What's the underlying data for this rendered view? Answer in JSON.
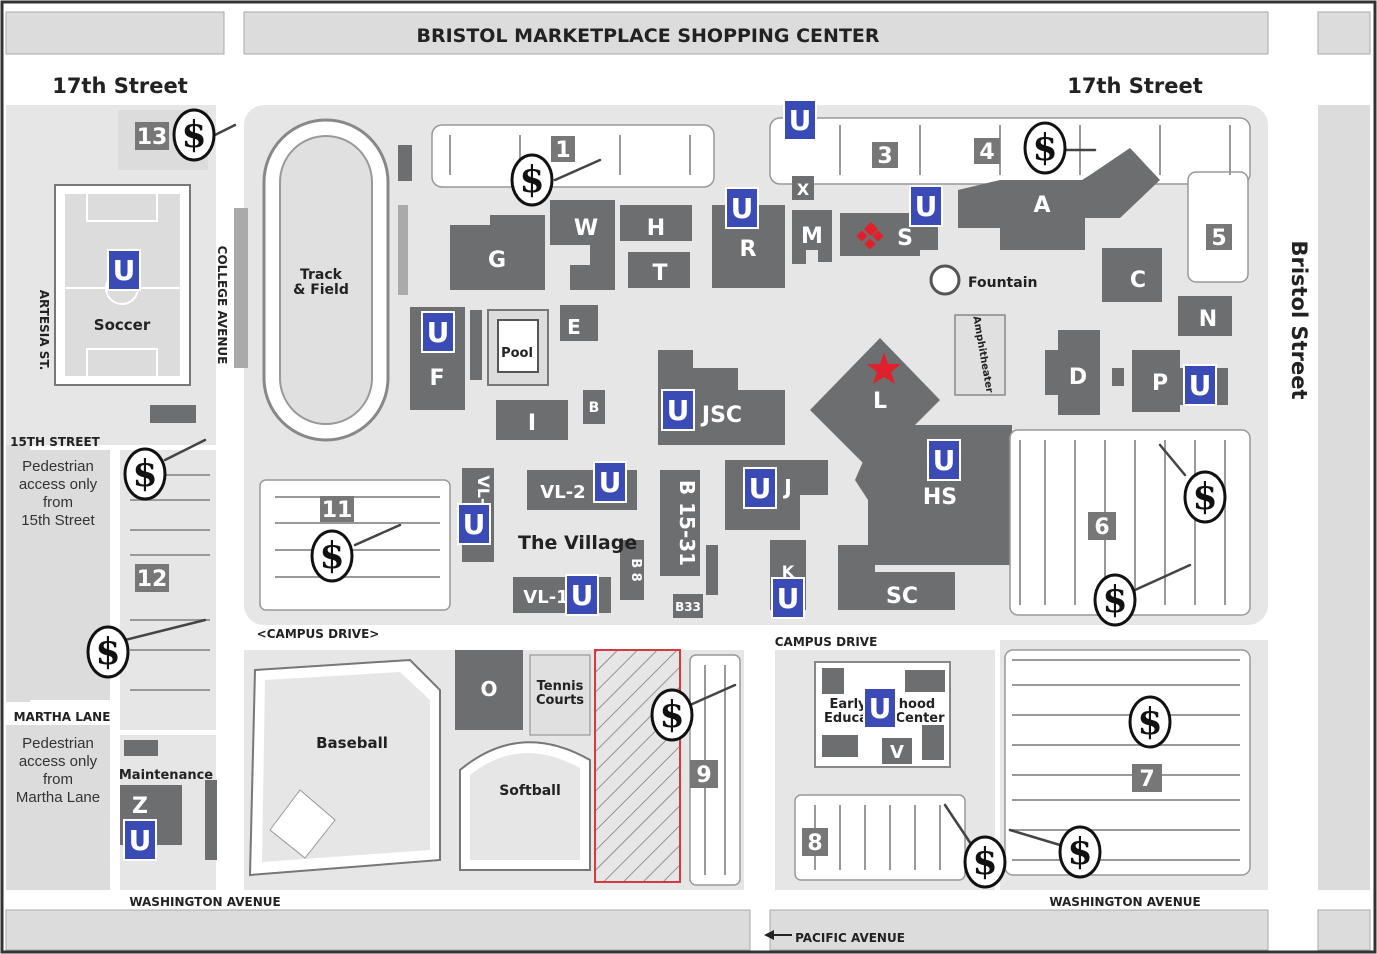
{
  "streets": {
    "top_center": "BRISTOL MARKETPLACE SHOPPING CENTER",
    "seventeenth_left": "17th Street",
    "seventeenth_right": "17th Street",
    "bristol": "Bristol Street",
    "artesia": "ARTESIA ST.",
    "college": "COLLEGE AVENUE",
    "fifteenth": "15TH  STREET",
    "martha": "MARTHA LANE",
    "campus_drive_left": "<CAMPUS DRIVE>",
    "campus_drive_right": "CAMPUS DRIVE",
    "washington_left": "WASHINGTON AVENUE",
    "washington_right": "WASHINGTON AVENUE",
    "pacific": "PACIFIC AVENUE"
  },
  "notes": {
    "ped_15th": [
      "Pedestrian",
      "access only",
      "from",
      "15th Street"
    ],
    "ped_martha": [
      "Pedestrian",
      "access only",
      "from",
      "Martha Lane"
    ]
  },
  "facilities": {
    "soccer": "Soccer",
    "track": [
      "Track",
      "& Field"
    ],
    "pool": "Pool",
    "fountain": "Fountain",
    "amphitheater": "Amphitheater",
    "village": "The Village",
    "baseball": "Baseball",
    "softball": "Softball",
    "tennis": [
      "Tennis",
      "Courts"
    ],
    "maintenance": "Maintenance",
    "early_ed": [
      "Early",
      "hood",
      "Educa",
      "Center"
    ]
  },
  "buildings": {
    "A": "A",
    "B": "B",
    "C": "C",
    "D": "D",
    "E": "E",
    "F": "F",
    "G": "G",
    "H": "H",
    "I": "I",
    "J": "J",
    "K": "K",
    "L": "L",
    "M": "M",
    "N": "N",
    "O": "O",
    "P": "P",
    "R": "R",
    "S": "S",
    "T": "T",
    "V": "V",
    "W": "W",
    "X": "X",
    "Z": "Z",
    "JSC": "JSC",
    "HS": "HS",
    "SC": "SC",
    "VL2": "VL-2",
    "VL1": "VL-1",
    "VL3": "VL-",
    "B8": "B 8",
    "B1531": "B 15-31",
    "B33": "B33"
  },
  "lots": {
    "lot1": "1",
    "lot3": "3",
    "lot4": "4",
    "lot5": "5",
    "lot6": "6",
    "lot7": "7",
    "lot8": "8",
    "lot9": "9",
    "lot11": "11",
    "lot12": "12",
    "lot13": "13"
  },
  "symbols": {
    "permit_machine": "U",
    "pay_station": "$"
  },
  "colors": {
    "building": "#6d6e70",
    "ground": "#e6e6e6",
    "road": "#ffffff",
    "permit_blue": "#3a4bb5",
    "star_red": "#e0202a",
    "construction_red": "#d9383f"
  }
}
